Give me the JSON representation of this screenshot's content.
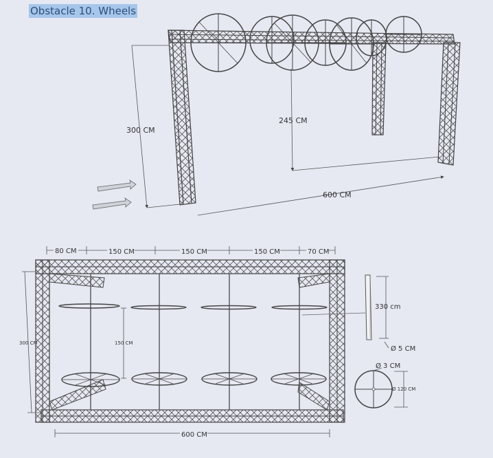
{
  "title": "Obstacle 10. Wheels",
  "perspective_view": {
    "height_label": "300 CM",
    "wheel_height_label": "245 CM",
    "length_label": "600 CM"
  },
  "top_view": {
    "seg_80": "80 CM",
    "seg_150_a": "150 CM",
    "seg_150_b": "150 CM",
    "seg_150_c": "150 CM",
    "seg_70": "70 CM",
    "depth_label": "300 CM",
    "inner_label": "150 CM",
    "length_label": "600 CM"
  },
  "pole_detail": {
    "length_label": "330 cm",
    "diameter_label": "Ø 5 CM"
  },
  "wheel_detail": {
    "tube_label": "Ø  3 CM",
    "diameter_label": "Ø 120 CM"
  }
}
